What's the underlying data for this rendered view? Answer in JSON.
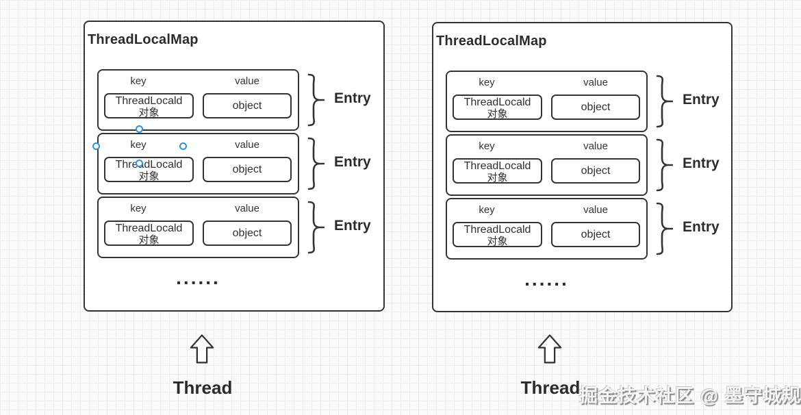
{
  "watermark": "掘金技术社区 @ 墨守城规",
  "colors": {
    "shape_border": "#333333",
    "selection_handle_blue": "#2f93d8",
    "text": "#2b2b2b",
    "canvas_background": "#fbfbfb",
    "grid_line": "#ededed",
    "shape_fill": "#ffffff"
  },
  "panels": {
    "left": {
      "title": "ThreadLocalMap",
      "entries": [
        {
          "key_header": "key",
          "value_header": "value",
          "key_object_line1": "ThreadLocald",
          "key_object_line2": "对象",
          "value_object": "object",
          "brace_label": "Entry"
        },
        {
          "key_header": "key",
          "value_header": "value",
          "key_object_line1": "ThreadLocald",
          "key_object_line2": "对象",
          "value_object": "object",
          "brace_label": "Entry"
        },
        {
          "key_header": "key",
          "value_header": "value",
          "key_object_line1": "ThreadLocald",
          "key_object_line2": "对象",
          "value_object": "object",
          "brace_label": "Entry"
        }
      ],
      "ellipsis": "......",
      "thread_label": "Thread",
      "selected": true
    },
    "right": {
      "title": "ThreadLocalMap",
      "entries": [
        {
          "key_header": "key",
          "value_header": "value",
          "key_object_line1": "ThreadLocald",
          "key_object_line2": "对象",
          "value_object": "object",
          "brace_label": "Entry"
        },
        {
          "key_header": "key",
          "value_header": "value",
          "key_object_line1": "ThreadLocald",
          "key_object_line2": "对象",
          "value_object": "object",
          "brace_label": "Entry"
        },
        {
          "key_header": "key",
          "value_header": "value",
          "key_object_line1": "ThreadLocald",
          "key_object_line2": "对象",
          "value_object": "object",
          "brace_label": "Entry"
        }
      ],
      "ellipsis": "......",
      "thread_label": "Thread",
      "selected": false
    }
  }
}
